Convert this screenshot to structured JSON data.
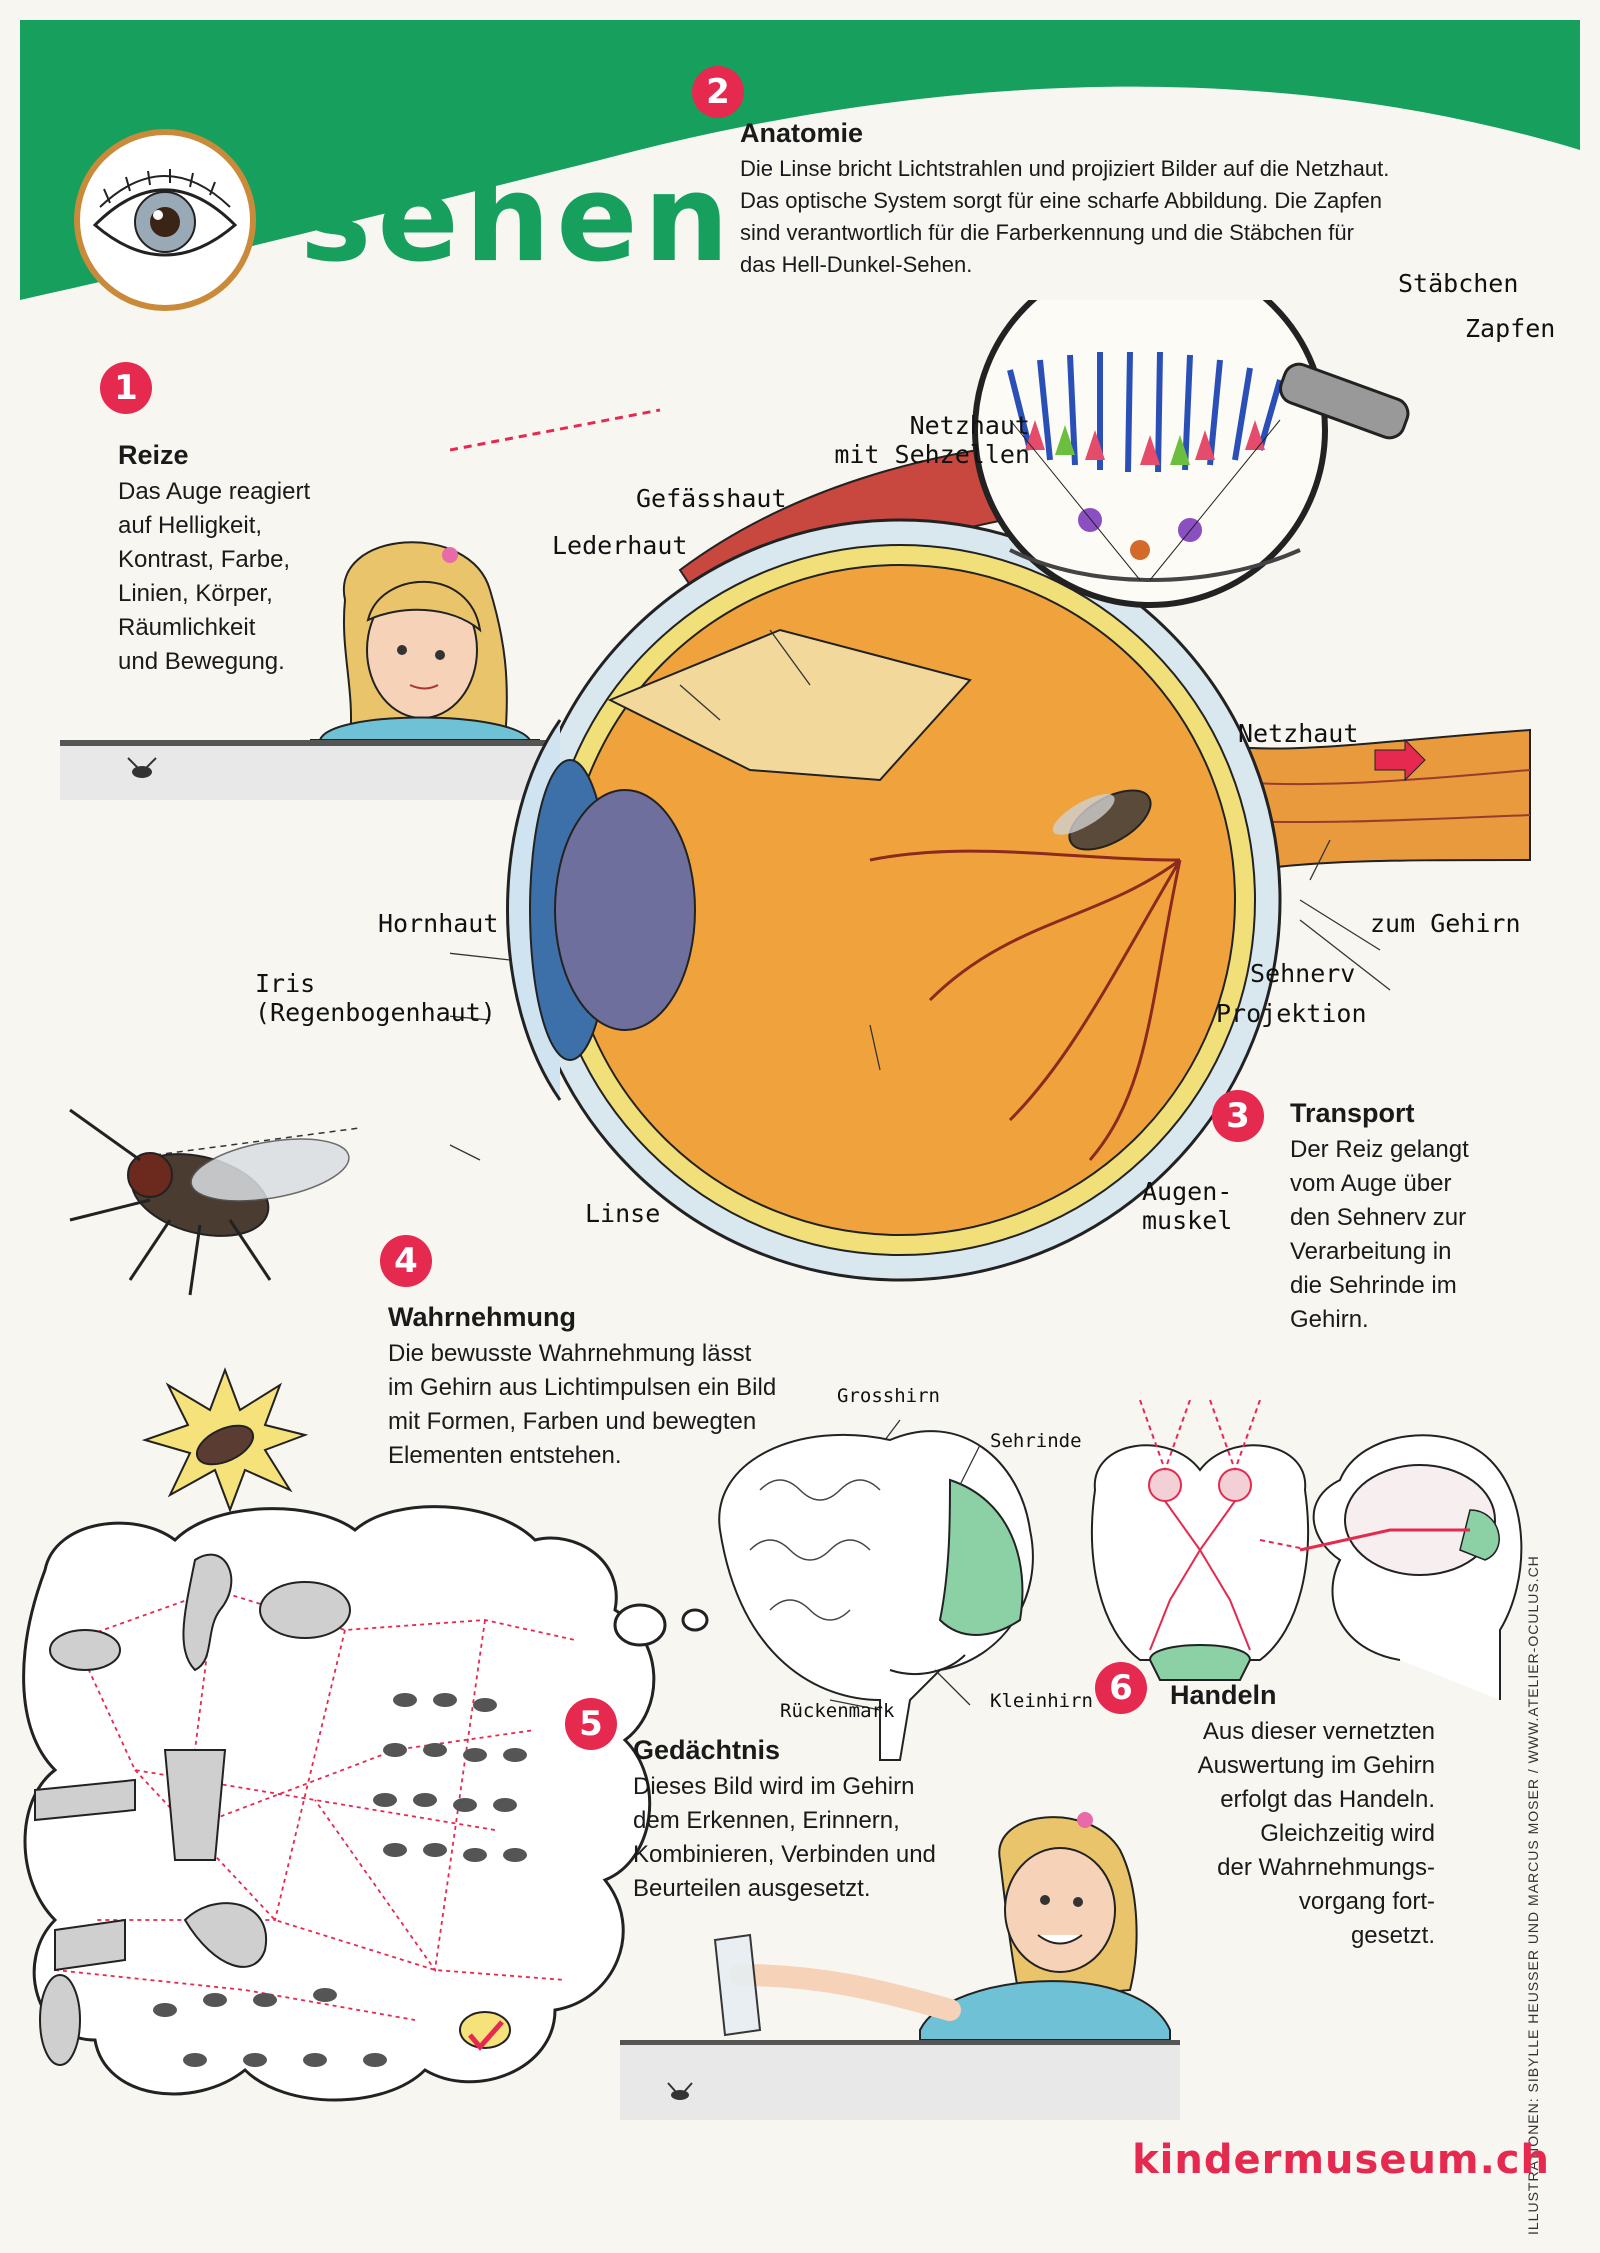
{
  "poster": {
    "title": "sehen",
    "accent_green": "#17a05d",
    "accent_red": "#e5294f",
    "brand": "kindermuseum.ch",
    "credit": "ILLUSTRATIONEN: SIBYLLE HEUSSER UND MARCUS MOSER / WWW.ATELIER-OCULUS.CH",
    "logo_icon": "eye-icon"
  },
  "sections": [
    {
      "number": "1",
      "title": "Reize",
      "body": "Das Auge reagiert\nauf Helligkeit,\nKontrast, Farbe,\nLinien,  Körper,\nRäumlichkeit\nund Bewegung."
    },
    {
      "number": "2",
      "title": "Anatomie",
      "body": "Die Linse bricht Lichtstrahlen und projiziert Bilder auf die Netzhaut.\nDas optische System sorgt für eine scharfe Abbildung. Die Zapfen\nsind verantwortlich für die Farberkennung und die Stäbchen für\ndas Hell-Dunkel-Sehen."
    },
    {
      "number": "3",
      "title": "Transport",
      "body": "Der Reiz gelangt\nvom Auge über\nden Sehnerv zur\nVerarbeitung in\ndie Sehrinde im\nGehirn."
    },
    {
      "number": "4",
      "title": "Wahrnehmung",
      "body": "Die bewusste Wahrnehmung lässt\nim Gehirn aus Lichtimpulsen ein Bild\nmit Formen, Farben und bewegten\nElementen entstehen."
    },
    {
      "number": "5",
      "title": "Gedächtnis",
      "body": "Dieses Bild wird im Gehirn\ndem Erkennen, Erinnern,\nKombinieren, Verbinden und\nBeurteilen ausgesetzt."
    },
    {
      "number": "6",
      "title": "Handeln",
      "body": "Aus dieser vernetzten\nAuswertung im Gehirn\nerfolgt das Handeln.\nGleichzeitig wird\nder Wahrnehmungs-\nvorgang fort-\ngesetzt."
    }
  ],
  "eye_labels": {
    "staebchen": "Stäbchen",
    "zapfen": "Zapfen",
    "netzhaut_sehzellen": "Netzhaut\nmit Sehzellen",
    "gefaesshaut": "Gefässhaut",
    "lederhaut": "Lederhaut",
    "netzhaut": "Netzhaut",
    "hornhaut": "Hornhaut",
    "iris": "Iris\n(Regenbogenhaut)",
    "zum_gehirn": "zum Gehirn",
    "sehnerv": "Sehnerv",
    "projektion": "Projektion",
    "augenmuskel": "Augen-\nmuskel",
    "linse": "Linse"
  },
  "brain_labels": {
    "grosshirn": "Grosshirn",
    "sehrinde": "Sehrinde",
    "rueckenmark": "Rückenmark",
    "kleinhirn": "Kleinhirn"
  }
}
